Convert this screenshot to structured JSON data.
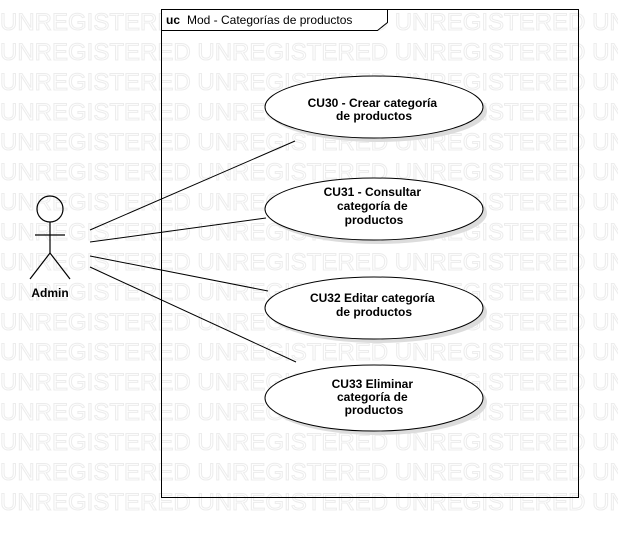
{
  "watermark": {
    "text": "UNREGISTERED UNREGISTERED UNREGISTERED UNREGISTERED"
  },
  "frame": {
    "keyword": "uc",
    "name": "Mod - Categorías de productos"
  },
  "actor": {
    "name": "Admin"
  },
  "use_cases": [
    {
      "id": "cu30",
      "lines": [
        "CU30 - Crear categoría",
        "de productos"
      ]
    },
    {
      "id": "cu31",
      "lines": [
        "CU31 - Consultar",
        "categoría de",
        "productos"
      ]
    },
    {
      "id": "cu32",
      "lines": [
        "CU32 Editar categoría",
        "de productos"
      ]
    },
    {
      "id": "cu33",
      "lines": [
        "CU33 Eliminar",
        "categoría de",
        "productos"
      ]
    }
  ],
  "colors": {
    "line": "#000000",
    "fill": "#ffffff",
    "shadow": "#dcdcdc",
    "watermark": "#ececec"
  }
}
